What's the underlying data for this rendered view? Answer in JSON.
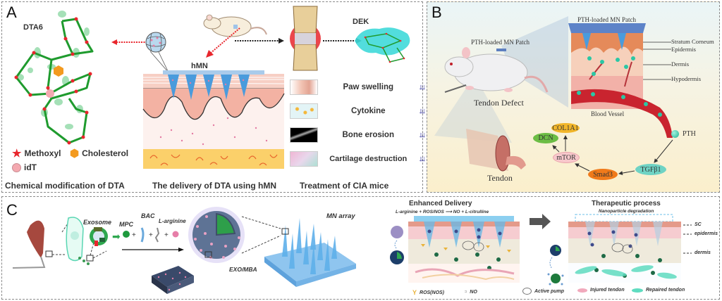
{
  "figure": {
    "panels": {
      "a": {
        "letter": "A",
        "structure_label": "DTA6",
        "legend": [
          {
            "icon": "star-icon",
            "label": "Methoxyl",
            "color": "#e8262d"
          },
          {
            "icon": "hexagon-icon",
            "label": "Cholesterol",
            "color": "#f39a1f"
          },
          {
            "icon": "circle-icon",
            "label": "idT",
            "color": "#f4a9b0"
          }
        ],
        "microneedle_label": "hMN",
        "target_label": "DEK",
        "outcomes": [
          {
            "label": "Paw swelling",
            "trend": "↓↓↓"
          },
          {
            "label": "Cytokine",
            "trend": "↓↓↓"
          },
          {
            "label": "Bone erosion",
            "trend": "↓↓↓"
          },
          {
            "label": "Cartilage destruction",
            "trend": "↓↓↓"
          }
        ],
        "captions": [
          "Chemical modification of DTA",
          "The delivery of DTA using hMN",
          "Treatment of CIA mice"
        ]
      },
      "b": {
        "letter": "B",
        "patch_label_top": "PTH-loaded MN Patch",
        "patch_label_mouse": "PTH-loaded MN Patch",
        "mouse_label": "Tendon Defect",
        "tendon_label": "Tendon",
        "vessel_label": "Blood Vessel",
        "skin_layers": [
          "Stratum Corneum",
          "Epidermis",
          "Dermis",
          "Hypodermis"
        ],
        "pathway": {
          "start": "PTH",
          "nodes": [
            {
              "label": "TGFβ1",
              "color": "#6fd3c4"
            },
            {
              "label": "Smad3",
              "color": "#f07a1a"
            },
            {
              "label": "mTOR",
              "color": "#f8c8cc"
            },
            {
              "label": "DCN",
              "color": "#6cbd45"
            },
            {
              "label": "COL1A1",
              "color": "#f2b62a"
            }
          ]
        }
      },
      "c": {
        "letter": "C",
        "components": [
          "Exosome",
          "MPC",
          "BAC",
          "L-arginine"
        ],
        "particle_label": "EXO/MBA",
        "array_label": "MN array",
        "enhanced": {
          "title": "Enhanced Delivery",
          "reaction": "L-arginine + ROS/NOS ⟶ NO + L-citrulline"
        },
        "therapeutic": {
          "title": "Therapeutic process",
          "subtitle": "Nanoparticle degradation",
          "layers": [
            "SC",
            "epidermis",
            "dermis"
          ]
        },
        "legend": [
          "ROS(NOS)",
          "NO",
          "Active pump",
          "Injured tendon",
          "Repaired tendon"
        ]
      }
    }
  }
}
